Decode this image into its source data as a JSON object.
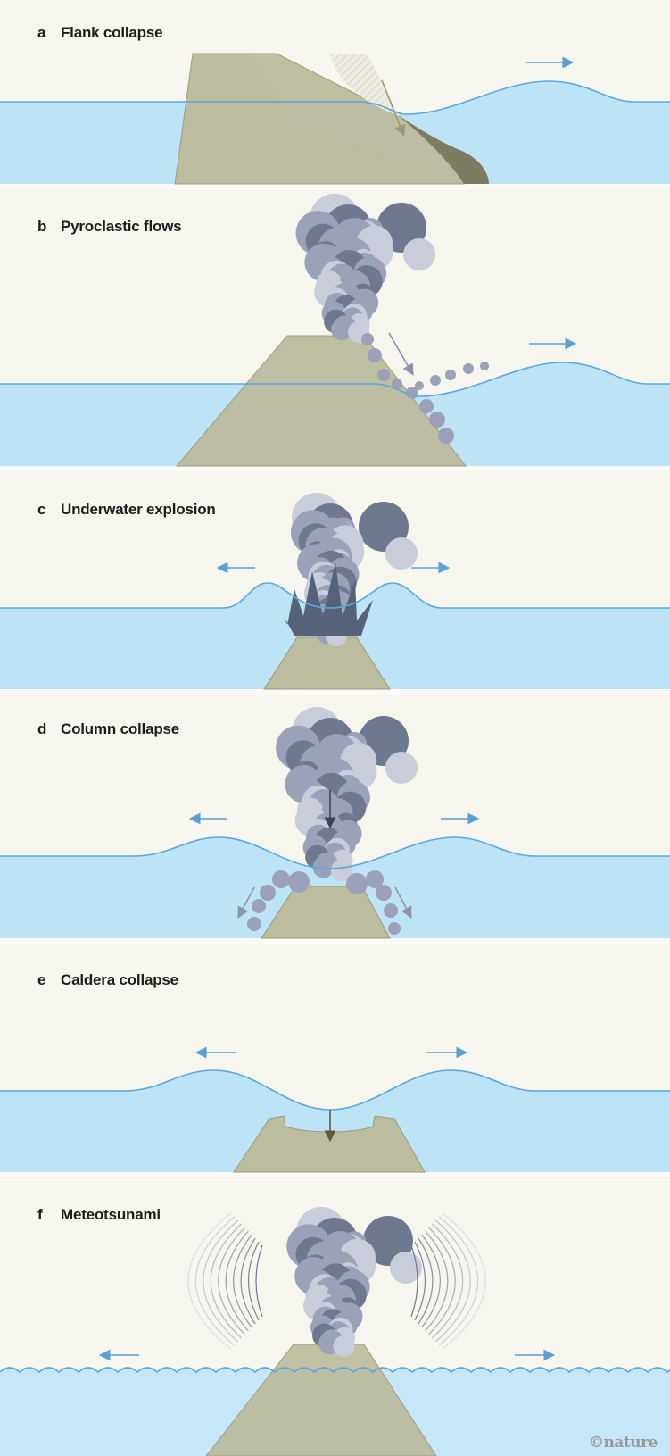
{
  "panels": [
    {
      "letter": "a",
      "title": "Flank collapse"
    },
    {
      "letter": "b",
      "title": "Pyroclastic flows"
    },
    {
      "letter": "c",
      "title": "Underwater explosion"
    },
    {
      "letter": "d",
      "title": "Column collapse"
    },
    {
      "letter": "e",
      "title": "Caldera collapse"
    },
    {
      "letter": "f",
      "title": "Meteotsunami"
    }
  ],
  "credit": "©nature",
  "colors": {
    "background": "#f6f5ee",
    "water": "#bde3f7",
    "waterline": "#5aa9dc",
    "volcano": "#bcbc9e",
    "volcano_edge": "#9d9a78",
    "debris": "#7e7c60",
    "plume": "#9aa1b9",
    "plume_dark": "#6e788e",
    "plume_light": "#c9ccd9"
  }
}
